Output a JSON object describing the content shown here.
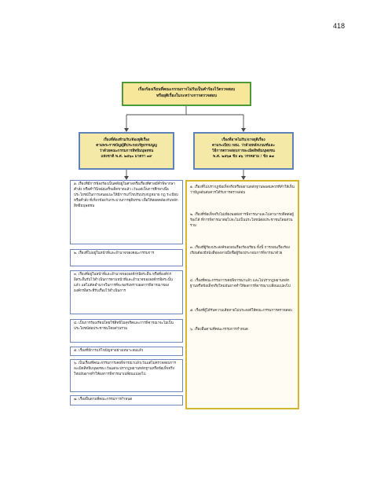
{
  "page_number": "418",
  "top_box": {
    "line1": "เรื่องร้องเรียนที่คณะกรรมการไม่รับเป็นคำร้องไว้ตรวจสอบ",
    "line2": "หรือยุติเรื่องในระหว่างการตรวจสอบ"
  },
  "left_header": {
    "line1": "เรื่องที่ต้องห้ามรับ/ต้องยุติเรื่อง",
    "line2": "ตามพระราชบัญญัติประกอบรัฐธรรมนูญ",
    "line3": "ว่าด้วยคณะกรรมการสิทธิมนุษยชน",
    "line4": "แห่งชาติ พ.ศ. ๒๕๖๐ มาตรา ๓๙"
  },
  "right_header": {
    "line1": "เรื่องที่อาจไม่รับ/อาจยุติเรื่อง",
    "line2": "ตามระเบียบ กสม. ว่าด้วยหลักเกณฑ์และ",
    "line3": "วิธีการตรวจสอบการละเมิดสิทธิมนุษยชน",
    "line4": "พ.ศ. ๒๕๖๑ ข้อ ๑๖ วรรคสาม / ข้อ ๑๗"
  },
  "left_items": [
    "๑. เรื่องที่มีการฟ้องร้องเป็นคดีอยู่ในศาลหรือเรื่องที่ศาลมีคำพิพากษา คำสั่ง หรือคำวินิจฉัยเสร็จเด็ดขาดแล้ว เว้นแต่เป็นการศึกษาเพื่อประโยชน์ในการเสนอแนะให้มีการแก้ไขปรับปรุงกฎหมาย กฎ ระเบียบ หรือคำสั่ง ที่เกี่ยวข้องกับกระบวนการยุติธรรม เพื่อให้สอดคล้องกับหลักสิทธิมนุษยชน",
    "๒. เรื่องที่ไม่อยู่ในหน้าที่และอำนาจของคณะกรรมการ",
    "๓. เรื่องที่อยู่ในหน้าที่และอำนาจขององค์กรอิสระอื่น หรือที่องค์กรอิสระอื่นรับไว้ดำเนินการตามหน้าที่และอำนาจขององค์กรอิสระนั้นแล้ว แต่ไม่ตัดอำนาจในการที่จะขอรับทราบผลการพิจารณาขององค์กรอิสระที่รับเรื่องไว้ดำเนินการ",
    "๔. เป็นการร้องเรียนโดยใช้สิทธิไม่สุจริตและการพิจารณาจะไม่เป็นประโยชน์ต่อประชาชนโดยส่วนรวม",
    "๕. เรื่องที่มีการแก้ไขปัญหาอย่างเหมาะสมแล้ว",
    "๖. เป็นเรื่องที่คณะกรรมการเคยพิจารณาแล้วเว้นแต่ไม่ตรวจสอบการละเมิดสิทธิมนุษยชน เว้นแต่จะปรากฏพยานหลักฐานหรือข้อเท็จจริงใหม่อันอาจทำให้ผลการพิจารณาเปลี่ยนแปลงไป",
    "๗. เรื่องอื่นตามที่คณะกรรมการกำหนด"
  ],
  "right_items": [
    "๑. เรื่องที่ไม่ปรากฏข้อเท็จจริงหรือพยานหลักฐานพอสมควรที่ทำให้เห็นว่ามีมูลอันสมควรได้รับการตรวจสอบ",
    "๒. เรื่องที่ข้อเท็จจริงไม่เพียงพอต่อการพิจารณาและไม่สามารถติดต่อผู้ร้องได้ ที่การพิจารณาต่อไปจะไม่เป็นประโยชน์ต่อประชาชนโดยส่วนรวม",
    "๓. เรื่องที่ผู้ร้องประสงค์ขอถอนเรื่องร้องเรียน ทั้งนี้ การถอนเรื่องร้องเรียนต้องมีหนังสือลงลายมือชื่อผู้ร้องประกอบการพิจารณาด้วย",
    "๔. เรื่องที่คณะกรรมการเคยพิจารณาแล้ว และไม่ปรากฏพยานหลักฐานหรือข้อเท็จจริงใหม่อันอาจทำให้ผลการพิจารณาเปลี่ยนแปลงไป",
    "๕. เรื่องที่ผู้ได้รับความเสียหายไม่ประสงค์ให้คณะกรรมการตรวจสอบ",
    "๖. เรื่องอื่นตามที่คณะกรรมการกำหนด"
  ]
}
